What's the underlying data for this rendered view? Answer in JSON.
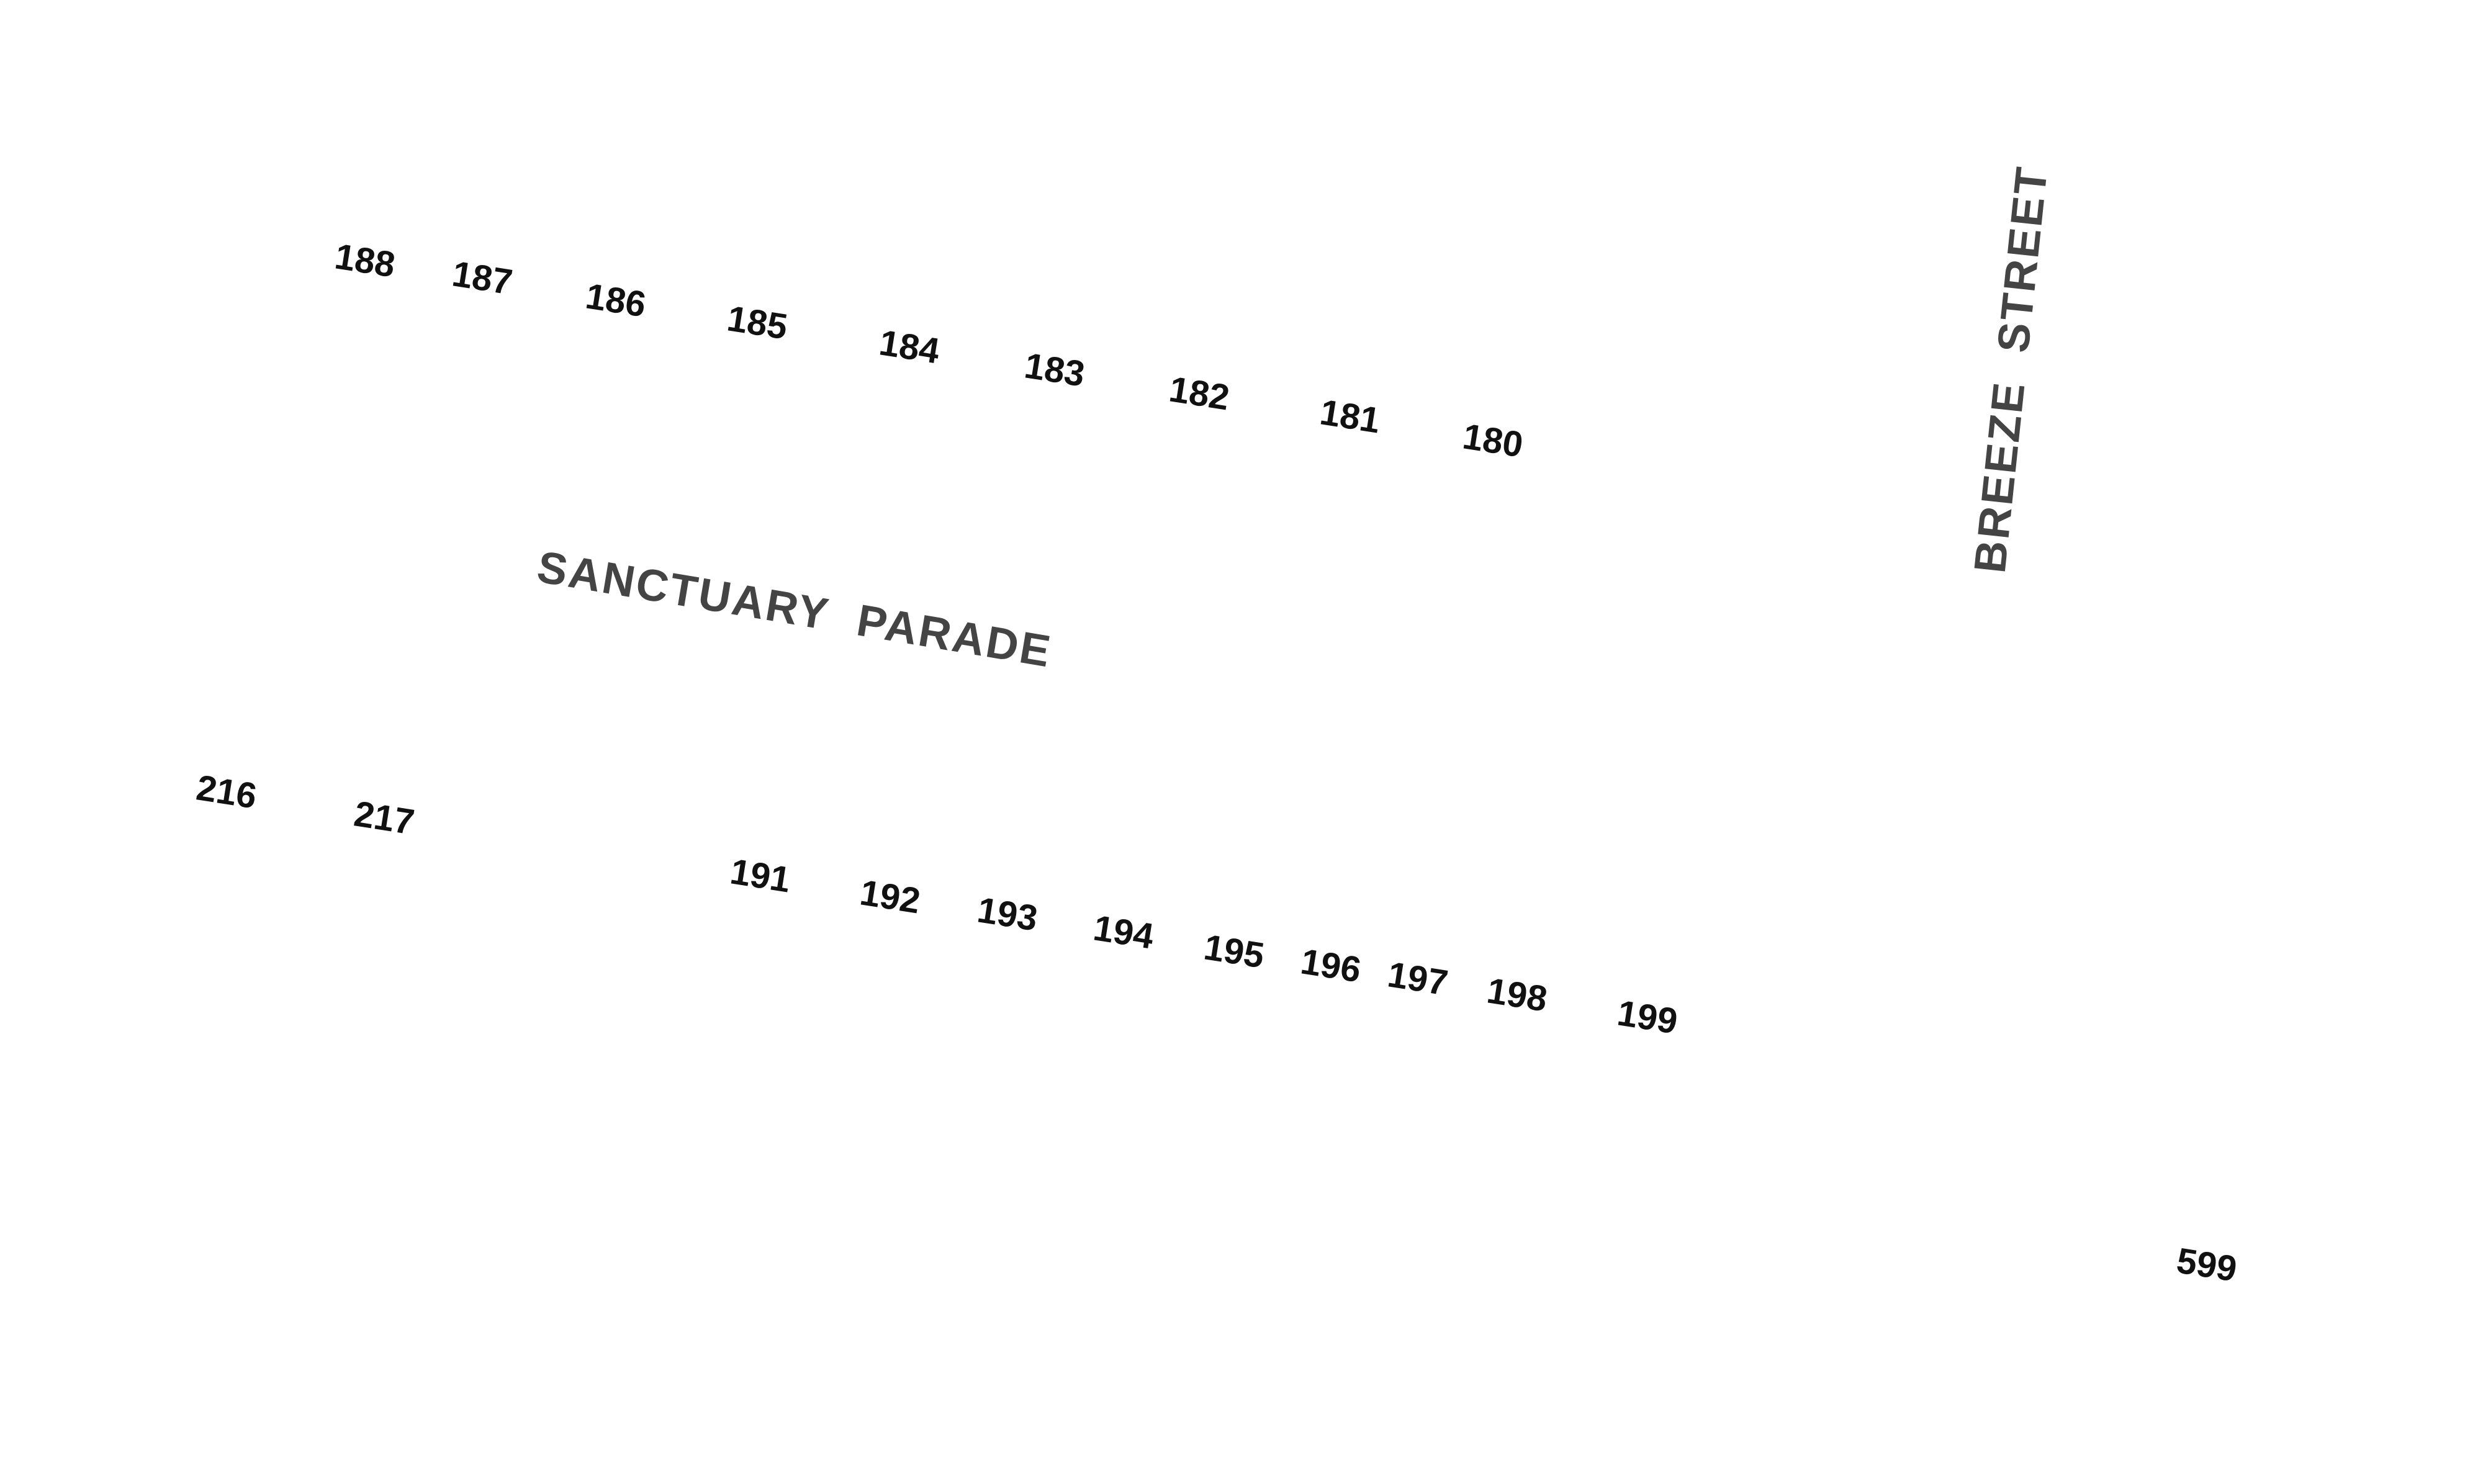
{
  "streets": {
    "sanctuary_parade": "SANCTUARY PARADE",
    "breeze_street": "BREEZE STREET"
  },
  "house_numbers": {
    "north_side": [
      "188",
      "187",
      "186",
      "185",
      "184",
      "183",
      "182",
      "181",
      "180"
    ],
    "south_side": [
      "216",
      "217",
      "191",
      "192",
      "193",
      "194",
      "195",
      "196",
      "197",
      "198",
      "199"
    ],
    "other": [
      "599"
    ]
  }
}
